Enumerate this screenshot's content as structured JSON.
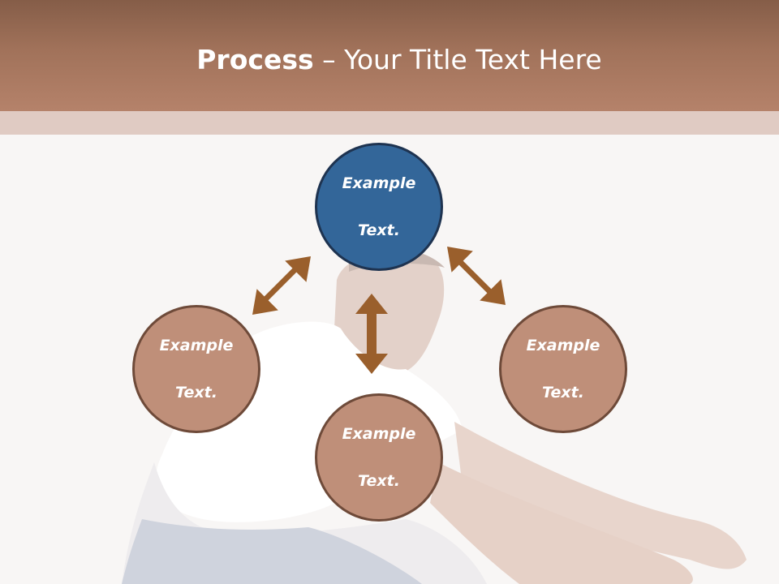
{
  "title": {
    "bold": "Process",
    "separator": " – ",
    "rest": "Your Title Text Here"
  },
  "nodes": {
    "top": {
      "line1": "Example",
      "line2": "Text."
    },
    "left": {
      "line1": "Example",
      "line2": "Text."
    },
    "right": {
      "line1": "Example",
      "line2": "Text."
    },
    "bottom": {
      "line1": "Example",
      "line2": "Text."
    }
  },
  "colors": {
    "header": "#a1725a",
    "header_band": "#e0cbc3",
    "top_node": "#336699",
    "other_nodes": "#bf8f79",
    "arrows": "#9a5f2c"
  }
}
